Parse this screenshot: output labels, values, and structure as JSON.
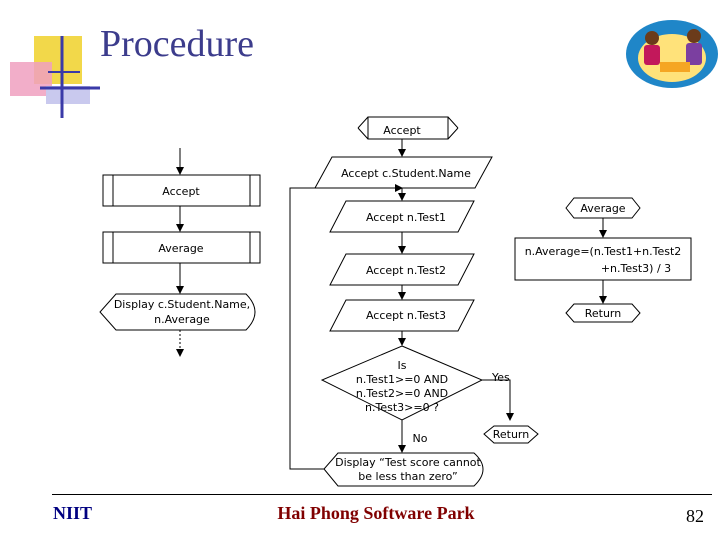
{
  "slide": {
    "title": "Procedure",
    "footer_left": "NIIT",
    "footer_center": "Hai Phong Software Park",
    "page_number": "82"
  },
  "diagram": {
    "main_flow": {
      "accept": "Accept",
      "accept_name": "Accept c.Student.Name",
      "accept_test1": "Accept n.Test1",
      "accept_test2": "Accept n.Test2",
      "accept_test3": "Accept n.Test3",
      "decision": [
        "Is",
        "n.Test1>=0 AND",
        "n.Test2>=0 AND",
        "n.Test3>=0 ?"
      ],
      "yes_label": "Yes",
      "no_label": "No",
      "return_label": "Return",
      "error_display": [
        "Display “Test score cannot",
        "be less than zero”"
      ]
    },
    "left_flow": {
      "accept": "Accept",
      "average": "Average",
      "display": [
        "Display c.Student.Name,",
        "n.Average"
      ]
    },
    "average_flow": {
      "title": "Average",
      "compute": [
        "n.Average=(n.Test1+n.Test2",
        "+n.Test3) / 3"
      ],
      "return_label": "Return"
    }
  },
  "colors": {
    "title": "#3c3c8c",
    "deco_yellow": "#f2d84a",
    "deco_blue": "#3a3aa8",
    "deco_pink": "#f0a0c0",
    "footer_left": "#000080",
    "footer_center": "#800000"
  }
}
